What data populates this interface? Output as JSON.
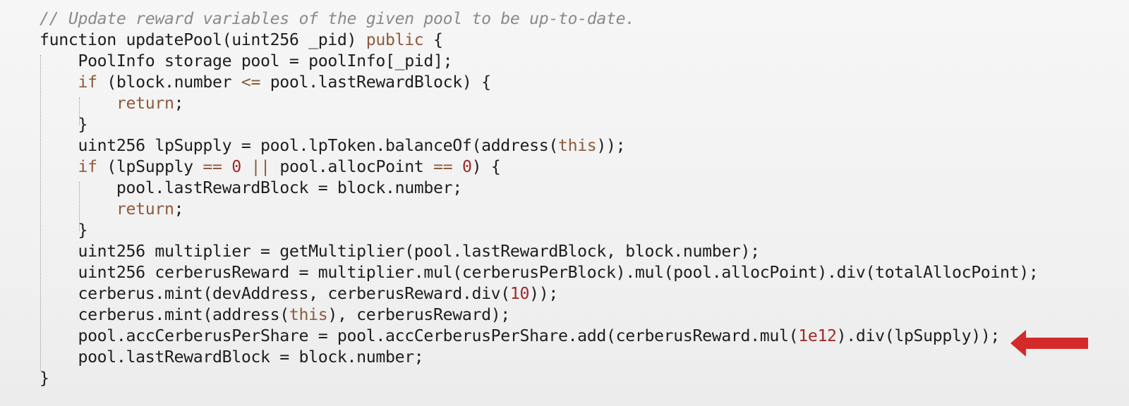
{
  "code_lines": [
    {
      "indent": "",
      "segments": [
        {
          "t": "// Update reward variables of the given pool to be up-to-date.",
          "c": "comment"
        }
      ]
    },
    {
      "indent": "",
      "segments": [
        {
          "t": "function updatePool(uint256 _pid) ",
          "c": ""
        },
        {
          "t": "public",
          "c": "kw"
        },
        {
          "t": " {",
          "c": ""
        }
      ]
    },
    {
      "indent": "    ",
      "segments": [
        {
          "t": "PoolInfo storage pool = poolInfo[_pid];",
          "c": ""
        }
      ]
    },
    {
      "indent": "    ",
      "segments": [
        {
          "t": "if",
          "c": "kw"
        },
        {
          "t": " (block.number ",
          "c": ""
        },
        {
          "t": "<=",
          "c": "kw"
        },
        {
          "t": " pool.lastRewardBlock) {",
          "c": ""
        }
      ]
    },
    {
      "indent": "        ",
      "segments": [
        {
          "t": "return",
          "c": "kw"
        },
        {
          "t": ";",
          "c": ""
        }
      ]
    },
    {
      "indent": "    ",
      "segments": [
        {
          "t": "}",
          "c": ""
        }
      ]
    },
    {
      "indent": "    ",
      "segments": [
        {
          "t": "uint256 lpSupply = pool.lpToken.balanceOf(address(",
          "c": ""
        },
        {
          "t": "this",
          "c": "kw"
        },
        {
          "t": "));",
          "c": ""
        }
      ]
    },
    {
      "indent": "    ",
      "segments": [
        {
          "t": "if",
          "c": "kw"
        },
        {
          "t": " (lpSupply ",
          "c": ""
        },
        {
          "t": "==",
          "c": "kw"
        },
        {
          "t": " ",
          "c": ""
        },
        {
          "t": "0",
          "c": "num"
        },
        {
          "t": " ",
          "c": ""
        },
        {
          "t": "||",
          "c": "kw"
        },
        {
          "t": " pool.allocPoint ",
          "c": ""
        },
        {
          "t": "==",
          "c": "kw"
        },
        {
          "t": " ",
          "c": ""
        },
        {
          "t": "0",
          "c": "num"
        },
        {
          "t": ") {",
          "c": ""
        }
      ]
    },
    {
      "indent": "        ",
      "segments": [
        {
          "t": "pool.lastRewardBlock = block.number;",
          "c": ""
        }
      ]
    },
    {
      "indent": "        ",
      "segments": [
        {
          "t": "return",
          "c": "kw"
        },
        {
          "t": ";",
          "c": ""
        }
      ]
    },
    {
      "indent": "    ",
      "segments": [
        {
          "t": "}",
          "c": ""
        }
      ]
    },
    {
      "indent": "    ",
      "segments": [
        {
          "t": "uint256 multiplier = getMultiplier(pool.lastRewardBlock, block.number);",
          "c": ""
        }
      ]
    },
    {
      "indent": "    ",
      "segments": [
        {
          "t": "uint256 cerberusReward = multiplier.mul(cerberusPerBlock).mul(pool.allocPoint).div(totalAllocPoint);",
          "c": ""
        }
      ]
    },
    {
      "indent": "    ",
      "segments": [
        {
          "t": "cerberus.mint(devAddress, cerberusReward.div(",
          "c": ""
        },
        {
          "t": "10",
          "c": "num"
        },
        {
          "t": "));",
          "c": ""
        }
      ]
    },
    {
      "indent": "    ",
      "segments": [
        {
          "t": "cerberus.mint(address(",
          "c": ""
        },
        {
          "t": "this",
          "c": "kw"
        },
        {
          "t": "), cerberusReward);",
          "c": ""
        }
      ]
    },
    {
      "indent": "    ",
      "segments": [
        {
          "t": "pool.accCerberusPerShare = pool.accCerberusPerShare.add(cerberusReward.mul(",
          "c": ""
        },
        {
          "t": "1e12",
          "c": "num"
        },
        {
          "t": ").div(lpSupply));",
          "c": ""
        }
      ]
    },
    {
      "indent": "    ",
      "segments": [
        {
          "t": "pool.lastRewardBlock = block.number;",
          "c": ""
        }
      ]
    },
    {
      "indent": "",
      "segments": [
        {
          "t": "}",
          "c": ""
        }
      ]
    }
  ],
  "colors": {
    "background": "#f2f2f2",
    "text": "#1e1e1e",
    "comment": "#8a8a8a",
    "keyword": "#8e5a3c",
    "number": "#9b2b2b",
    "arrow": "#d42a2a"
  },
  "annotation": {
    "icon": "red-left-arrow-icon",
    "points_to_line": 15
  }
}
